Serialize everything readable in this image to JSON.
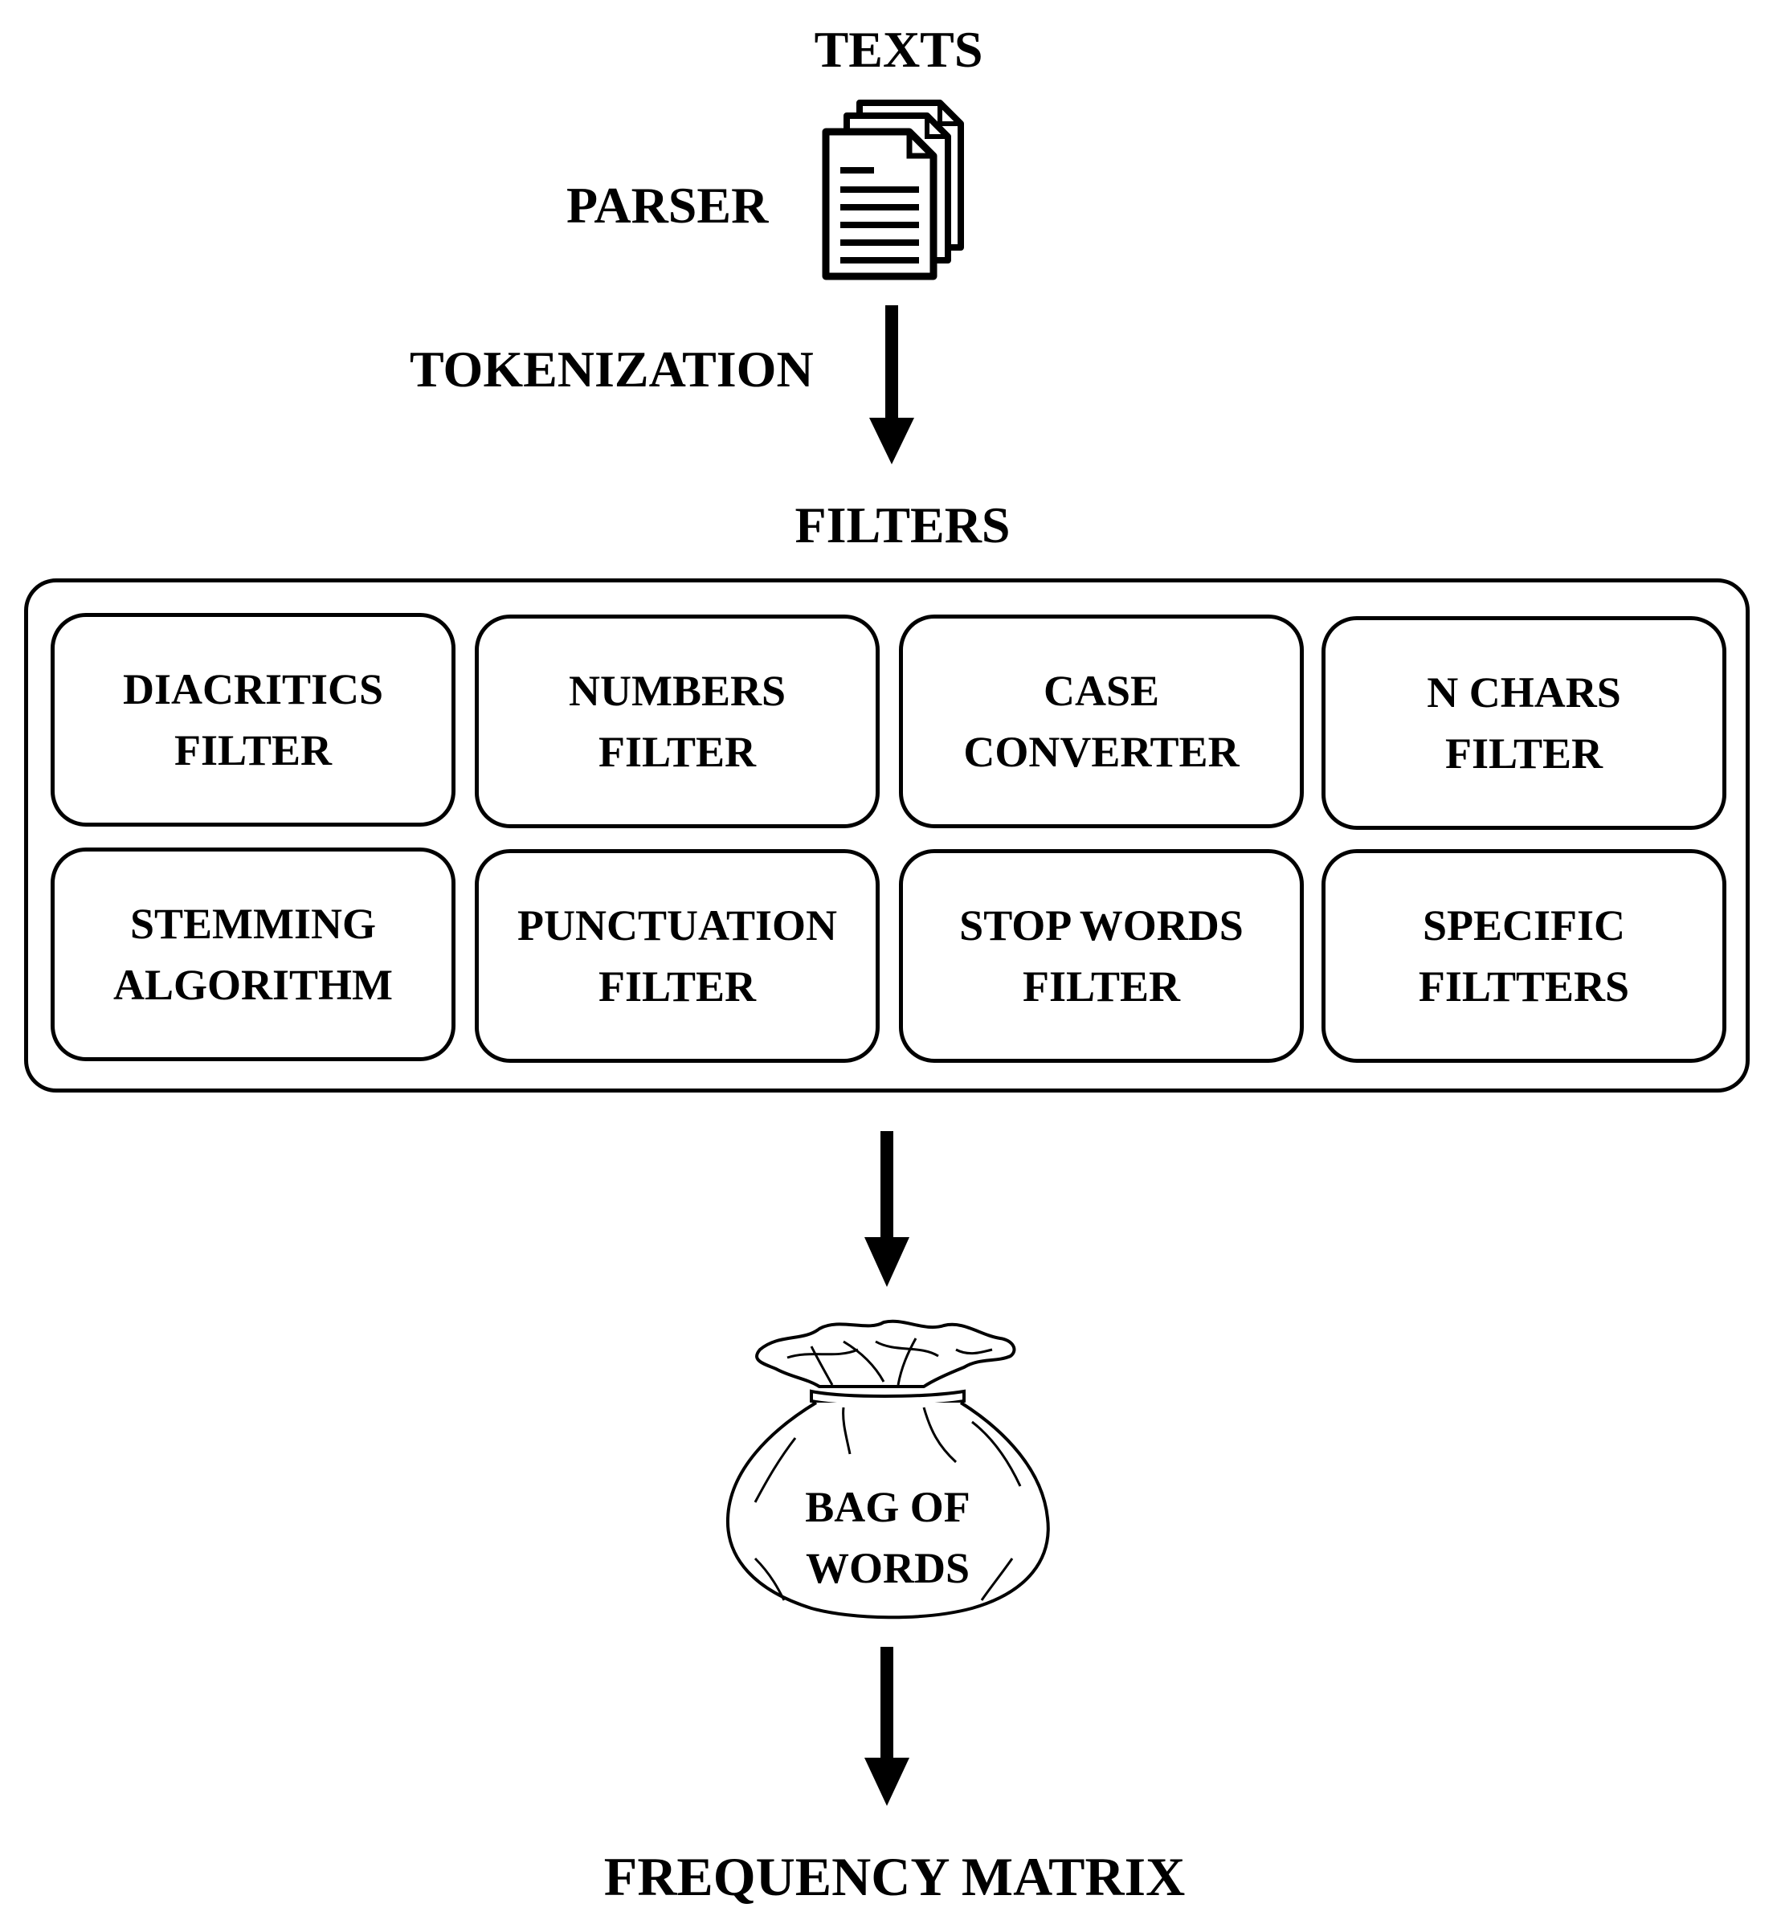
{
  "diagram": {
    "texts_label": "TEXTS",
    "parser_label": "PARSER",
    "tokenization_label": "TOKENIZATION",
    "filters_label": "FILTERS",
    "filters": [
      {
        "line1": "DIACRITICS",
        "line2": "FILTER"
      },
      {
        "line1": "NUMBERS",
        "line2": "FILTER"
      },
      {
        "line1": "CASE",
        "line2": "CONVERTER"
      },
      {
        "line1": "N CHARS",
        "line2": "FILTER"
      },
      {
        "line1": "STEMMING",
        "line2": "ALGORITHM"
      },
      {
        "line1": "PUNCTUATION",
        "line2": "FILTER"
      },
      {
        "line1": "STOP WORDS",
        "line2": "FILTER"
      },
      {
        "line1": "SPECIFIC",
        "line2": "FILTTERS"
      }
    ],
    "bag": {
      "line1": "BAG OF",
      "line2": "WORDS"
    },
    "output_label": "FREQUENCY MATRIX"
  }
}
